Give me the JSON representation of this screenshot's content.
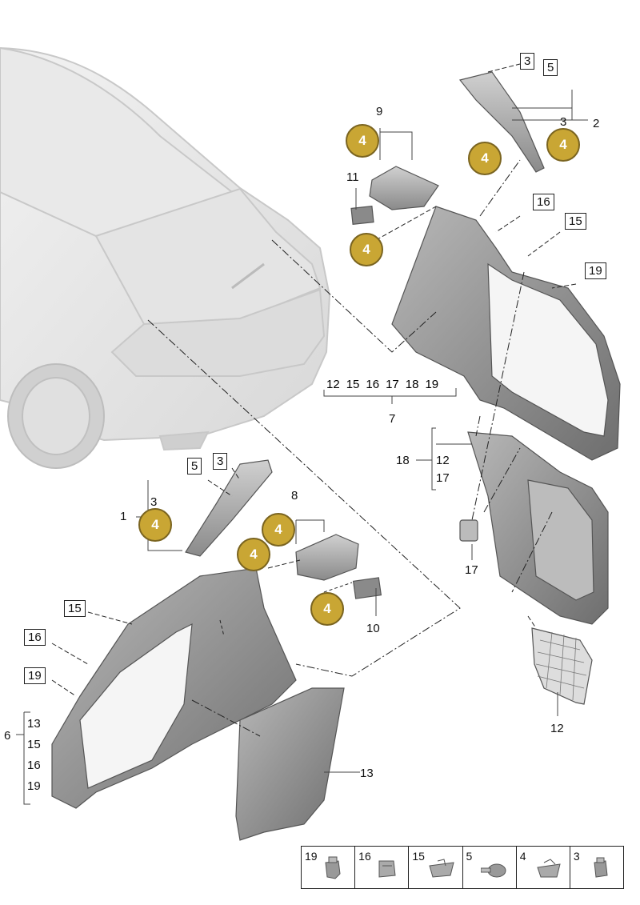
{
  "labels": {
    "l1": "1",
    "l2": "2",
    "l3a": "3",
    "l3b": "3",
    "l6": "6",
    "l7": "7",
    "l8": "8",
    "l9": "9",
    "l10": "10",
    "l11": "11",
    "l12a": "12",
    "l12b": "12",
    "l13": "13",
    "l17": "17",
    "group7": [
      "12",
      "15",
      "16",
      "17",
      "18",
      "19"
    ],
    "group18": [
      "12",
      "17"
    ],
    "l18": "18",
    "group6": [
      "13",
      "15",
      "16",
      "19"
    ]
  },
  "boxed": {
    "b3top": "3",
    "b5top": "5",
    "b16": "16",
    "b15": "15",
    "b19": "19",
    "b5mid": "5",
    "b3mid": "3",
    "b15l": "15",
    "b16l": "16",
    "b19l": "19"
  },
  "markers": {
    "m": "4"
  },
  "marker_color": "#c9a634",
  "legend": [
    {
      "num": "19",
      "icon": "clip-icon"
    },
    {
      "num": "16",
      "icon": "clip-icon"
    },
    {
      "num": "15",
      "icon": "clip-icon"
    },
    {
      "num": "5",
      "icon": "screw-icon"
    },
    {
      "num": "4",
      "icon": "clip-icon"
    },
    {
      "num": "3",
      "icon": "clip-icon"
    }
  ]
}
